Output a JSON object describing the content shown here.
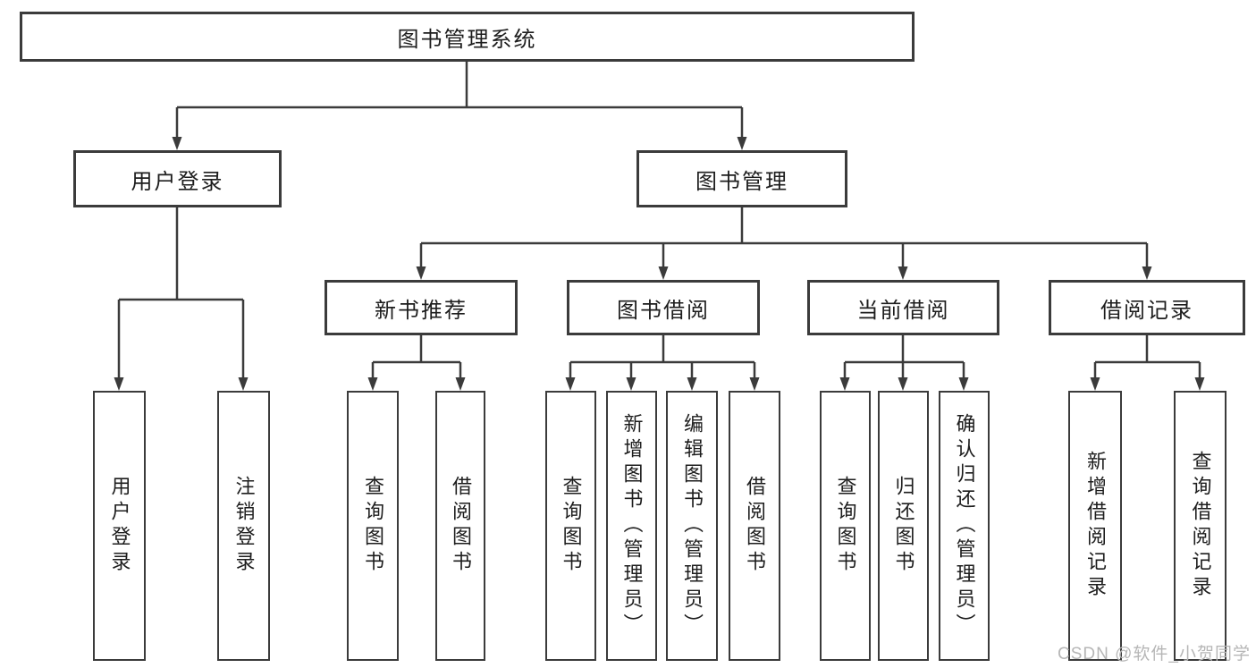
{
  "colors": {
    "background": "#ffffff",
    "box_fill": "#ffffff",
    "box_border": "#3b3b3b",
    "line": "#3b3b3b",
    "text": "#1d1d1d",
    "watermark": "#b6b6b6"
  },
  "tree": {
    "root": {
      "label": "图书管理系统"
    },
    "branches": [
      {
        "label": "用户登录",
        "children": [
          {
            "label": "用户登录"
          },
          {
            "label": "注销登录"
          }
        ]
      },
      {
        "label": "图书管理",
        "children": [
          {
            "label": "新书推荐",
            "children": [
              {
                "label": "查询图书"
              },
              {
                "label": "借阅图书"
              }
            ]
          },
          {
            "label": "图书借阅",
            "children": [
              {
                "label": "查询图书"
              },
              {
                "label": "新增图书（管理员）"
              },
              {
                "label": "编辑图书（管理员）"
              },
              {
                "label": "借阅图书"
              }
            ]
          },
          {
            "label": "当前借阅",
            "children": [
              {
                "label": "查询图书"
              },
              {
                "label": "归还图书"
              },
              {
                "label": "确认归还（管理员）"
              }
            ]
          },
          {
            "label": "借阅记录",
            "children": [
              {
                "label": "新增借阅记录"
              },
              {
                "label": "查询借阅记录"
              }
            ]
          }
        ]
      }
    ]
  },
  "watermark": {
    "text": "CSDN @软件_小贺同学"
  }
}
